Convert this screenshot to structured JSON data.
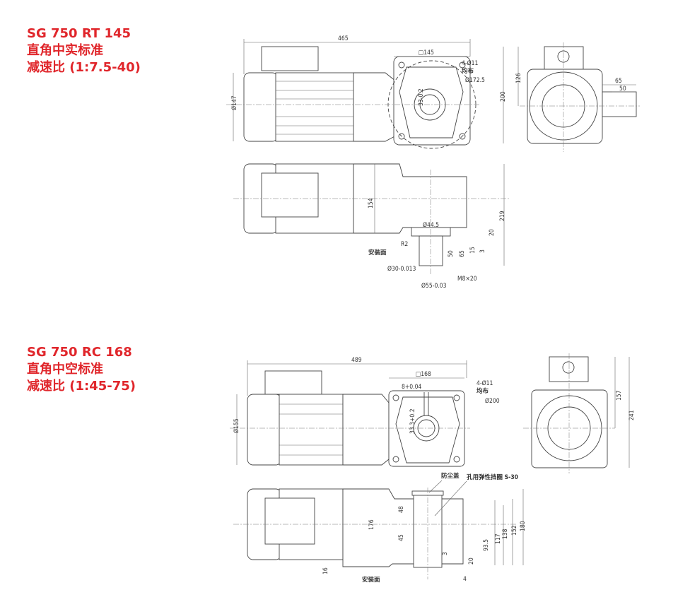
{
  "models": [
    {
      "name": "SG 750 RT 145",
      "type": "直角中实标准",
      "ratio": "减速比 (1:7.5-40)",
      "dims": {
        "overall_length": "465",
        "flange_square": "□145",
        "bolt_holes": "4-Ø11",
        "evenly": "均布",
        "pcd": "Ø172.5",
        "key_height": "33-0.2",
        "motor_dia": "Ø147",
        "box_height": "126",
        "total_height": "200",
        "shaft_len": "65",
        "shaft_len2": "50",
        "body_height": "154",
        "total_height_side": "219",
        "boss_dia": "Ø44.5",
        "radius": "R2",
        "mount_face": "安装面",
        "shaft_a": "50",
        "shaft_b": "65",
        "shaft_c": "15",
        "shaft_d": "3",
        "shaft_e": "20",
        "shaft_dia": "Ø30-0.013",
        "pilot_dia": "Ø55-0.03",
        "tap": "M8×20"
      }
    },
    {
      "name": "SG 750 RC 168",
      "type": "直角中空标准",
      "ratio": "减速比 (1:45-75)",
      "dims": {
        "overall_length": "489",
        "flange_square": "□168",
        "key_width": "8+0.04",
        "bolt_holes": "4-Ø11",
        "evenly": "均布",
        "pcd": "Ø200",
        "key_height": "33.3+0.2",
        "motor_dia": "Ø155",
        "box_height": "157",
        "total_height": "241",
        "dust_cover": "防尘盖",
        "circlip": "孔用弹性挡圈 S-30",
        "d48": "48",
        "d176": "176",
        "d45": "45",
        "d93": "93.5",
        "d117": "117",
        "d138": "138",
        "d152": "152",
        "d180": "180",
        "d3": "3",
        "d20": "20",
        "d4": "4",
        "d16": "16",
        "mount_face": "安装面"
      }
    }
  ]
}
